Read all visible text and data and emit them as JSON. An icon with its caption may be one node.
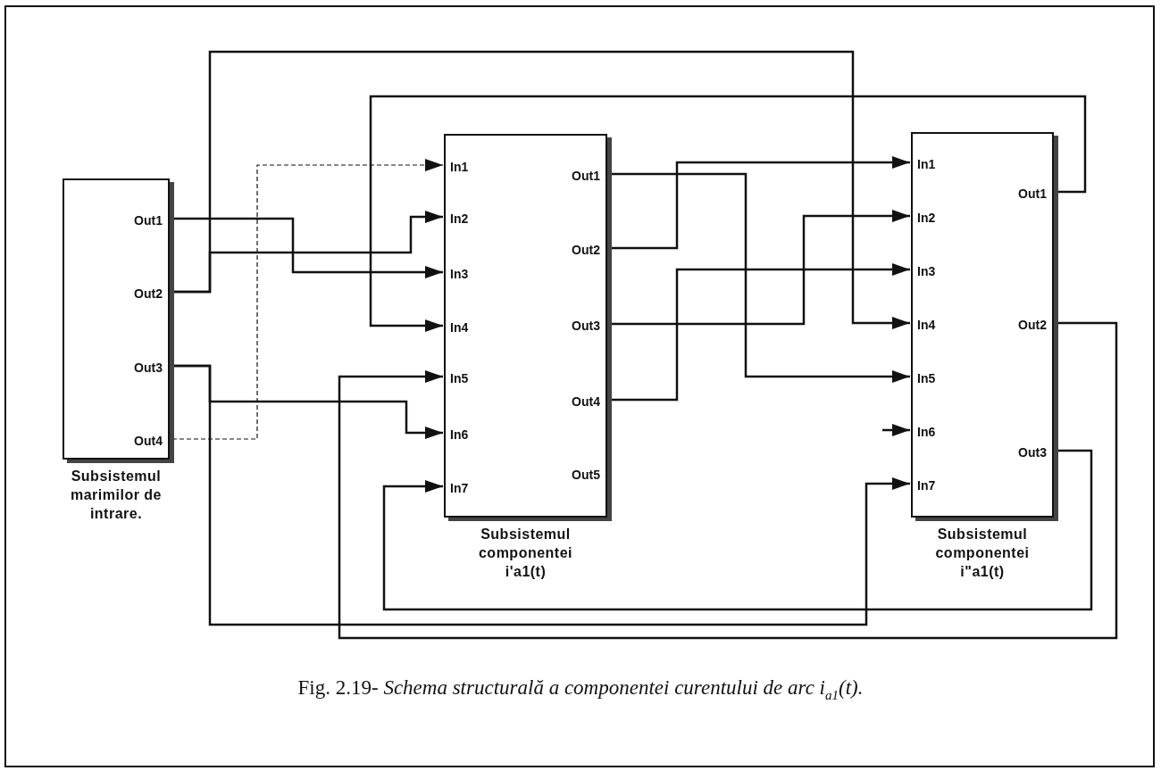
{
  "diagram": {
    "nodes": [
      {
        "text": [],
        "shape": "box",
        "beside": [
          "Subsistemul marimilor de intrare."
        ]
      },
      {
        "text": [
          "Out1"
        ],
        "in": 0
      },
      {
        "text": [
          "Out2"
        ],
        "in": 0
      },
      {
        "text": [
          "Out3"
        ],
        "in": 0
      },
      {
        "text": [
          "Out4"
        ],
        "in": 0
      },
      {
        "text": [],
        "shape": "box",
        "beside": [
          "Subsistemul componentei i'a1(t)"
        ]
      },
      {
        "text": [
          "In1"
        ],
        "in": 5
      },
      {
        "text": [
          "In2"
        ],
        "in": 5
      },
      {
        "text": [
          "In3"
        ],
        "in": 5
      },
      {
        "text": [
          "In4"
        ],
        "in": 5
      },
      {
        "text": [
          "In5"
        ],
        "in": 5
      },
      {
        "text": [
          "In6"
        ],
        "in": 5
      },
      {
        "text": [
          "In7"
        ],
        "in": 5
      },
      {
        "text": [
          "Out1"
        ],
        "in": 5
      },
      {
        "text": [
          "Out2"
        ],
        "in": 5
      },
      {
        "text": [
          "Out3"
        ],
        "in": 5
      },
      {
        "text": [
          "Out4"
        ],
        "in": 5
      },
      {
        "text": [
          "Out5"
        ],
        "in": 5
      },
      {
        "text": [],
        "shape": "box",
        "beside": [
          "Subsistemul componentei i\"a1(t)"
        ]
      },
      {
        "text": [
          "In1"
        ],
        "in": 18
      },
      {
        "text": [
          "In2"
        ],
        "in": 18
      },
      {
        "text": [
          "In3"
        ],
        "in": 18
      },
      {
        "text": [
          "In4"
        ],
        "in": 18
      },
      {
        "text": [
          "In5"
        ],
        "in": 18
      },
      {
        "text": [
          "In6"
        ],
        "in": 18
      },
      {
        "text": [
          "In7"
        ],
        "in": 18
      },
      {
        "text": [
          "Out1"
        ],
        "in": 18
      },
      {
        "text": [
          "Out2"
        ],
        "in": 18
      },
      {
        "text": [
          "Out3"
        ],
        "in": 18
      }
    ],
    "edges": [
      {
        "from": 1,
        "to": 8,
        "arrow": "to"
      },
      {
        "from": 2,
        "to": 7,
        "arrow": "to"
      },
      {
        "from": 2,
        "to": 22,
        "arrow": "to"
      },
      {
        "from": 3,
        "to": 11,
        "arrow": "to"
      },
      {
        "from": 3,
        "to": 25,
        "arrow": "to"
      },
      {
        "from": 4,
        "to": 6,
        "arrow": "to",
        "style": "dashed"
      },
      {
        "from": 26,
        "to": 9,
        "arrow": "to"
      },
      {
        "from": 13,
        "to": 23,
        "arrow": "to"
      },
      {
        "from": 14,
        "to": 19,
        "arrow": "to"
      },
      {
        "from": 15,
        "to": 20,
        "arrow": "to"
      },
      {
        "from": 16,
        "to": 21,
        "arrow": "to"
      },
      {
        "from": null,
        "to": 24,
        "arrow": "to"
      },
      {
        "from": 27,
        "to": 10,
        "arrow": "to"
      },
      {
        "from": 28,
        "to": 12,
        "arrow": "to"
      }
    ],
    "caption": "Fig. 2.19- *Schema structurală a componentei curentului de arc i*$_{a1}$*(t).*"
  }
}
